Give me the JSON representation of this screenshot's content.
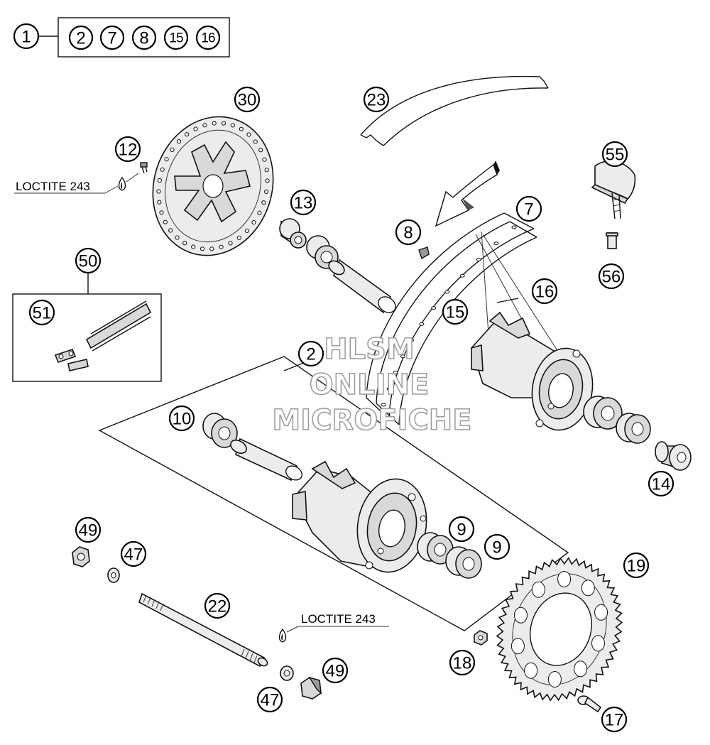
{
  "set_group": {
    "main": "1",
    "members": [
      "2",
      "7",
      "8",
      "15",
      "16"
    ]
  },
  "callouts": {
    "c2": "2",
    "c7": "7",
    "c8": "8",
    "c9a": "9",
    "c9b": "9",
    "c10": "10",
    "c12": "12",
    "c13": "13",
    "c14": "14",
    "c15": "15",
    "c16": "16",
    "c17": "17",
    "c18": "18",
    "c19": "19",
    "c22": "22",
    "c23": "23",
    "c30": "30",
    "c47a": "47",
    "c47b": "47",
    "c49a": "49",
    "c49b": "49",
    "c50": "50",
    "c51": "51",
    "c55": "55",
    "c56": "56"
  },
  "notes": {
    "loctite_top": "LOCTITE 243",
    "loctite_bottom": "LOCTITE 243"
  },
  "watermark": {
    "line1": "HLSM",
    "line2": "ONLINE",
    "line3": "MICROFICHE"
  },
  "colors": {
    "line": "#111111",
    "part_fill": "#d9d9d9",
    "watermark_outline": "#9a9a9a"
  }
}
